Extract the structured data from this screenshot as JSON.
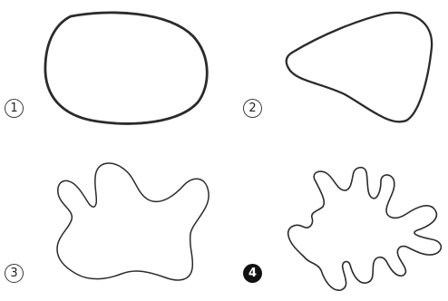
{
  "figures": [
    {
      "marker": "1",
      "marker_style": "outline",
      "shape": "smooth round closed curve"
    },
    {
      "marker": "2",
      "marker_style": "outline",
      "shape": "smooth triangular closed curve"
    },
    {
      "marker": "3",
      "marker_style": "outline",
      "shape": "wavy closed curve with lobes"
    },
    {
      "marker": "4",
      "marker_style": "filled",
      "shape": "highly convoluted closed curve with finger-like lobes"
    }
  ],
  "colors": {
    "line": "#2b2b2b",
    "background": "#ffffff",
    "filled_marker": "#111111"
  }
}
